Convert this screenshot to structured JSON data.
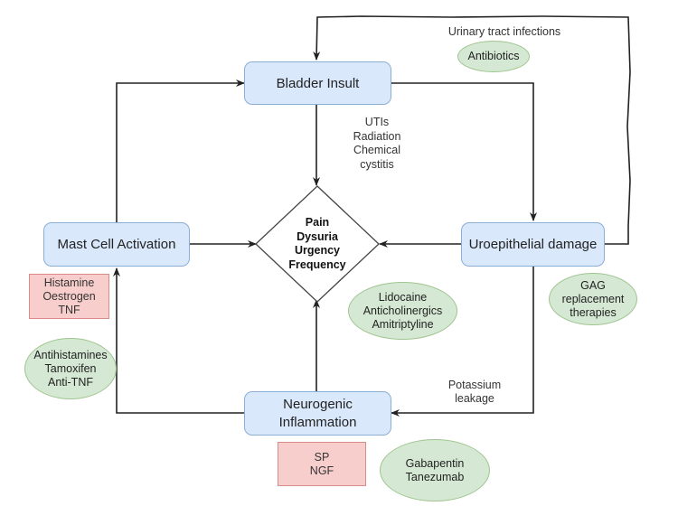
{
  "nodes": {
    "bladder_insult": "Bladder Insult",
    "uroepithelial_damage": "Uroepithelial damage",
    "mast_cell_activation": "Mast Cell Activation",
    "neurogenic_inflammation": [
      "Neurogenic",
      "Inflammation"
    ]
  },
  "symptoms": [
    "Pain",
    "Dysuria",
    "Urgency",
    "Frequency"
  ],
  "labels": {
    "urinary_tract_infections": "Urinary tract infections",
    "insult_causes": [
      "UTIs",
      "Radiation",
      "Chemical",
      "cystitis"
    ],
    "potassium_leakage": [
      "Potassium",
      "leakage"
    ]
  },
  "mediators": {
    "mast_cell": [
      "Histamine",
      "Oestrogen",
      "TNF"
    ],
    "neurogenic": [
      "SP",
      "NGF"
    ]
  },
  "treatments": {
    "antibiotics": [
      "Antibiotics"
    ],
    "gag": [
      "GAG",
      "replacement",
      "therapies"
    ],
    "symptomatic": [
      "Lidocaine",
      "Anticholinergics",
      "Amitriptyline"
    ],
    "mast_cell": [
      "Antihistamines",
      "Tamoxifen",
      "Anti-TNF"
    ],
    "neurogenic": [
      "Gabapentin",
      "Tanezumab"
    ]
  },
  "colors": {
    "process_fill": "#dae8fc",
    "process_border": "#8aaed6",
    "mediator_fill": "#f8cecc",
    "mediator_border": "#d98b88",
    "treatment_fill": "#d5e8d4",
    "treatment_border": "#9fc58e",
    "line": "#222222"
  }
}
